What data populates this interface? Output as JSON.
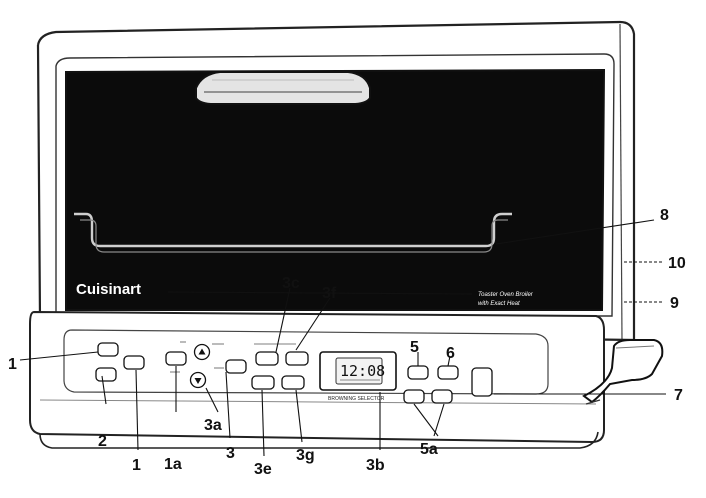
{
  "brand": {
    "logo_text": "Cuisinart",
    "model_line1": "Toaster Oven Broiler",
    "model_line2": "with Exact Heat"
  },
  "display": {
    "clock": "12:08",
    "selector_caption": "BROWNING SELECTOR"
  },
  "callouts": {
    "c1_top": "1",
    "c1_bottom": "1",
    "c1a": "1a",
    "c2": "2",
    "c3": "3",
    "c3a": "3a",
    "c3b": "3b",
    "c3c": "3c",
    "c3e": "3e",
    "c3f": "3f",
    "c3g": "3g",
    "c5": "5",
    "c5a": "5a",
    "c6": "6",
    "c7": "7",
    "c8": "8",
    "c9": "9",
    "c10": "10"
  }
}
